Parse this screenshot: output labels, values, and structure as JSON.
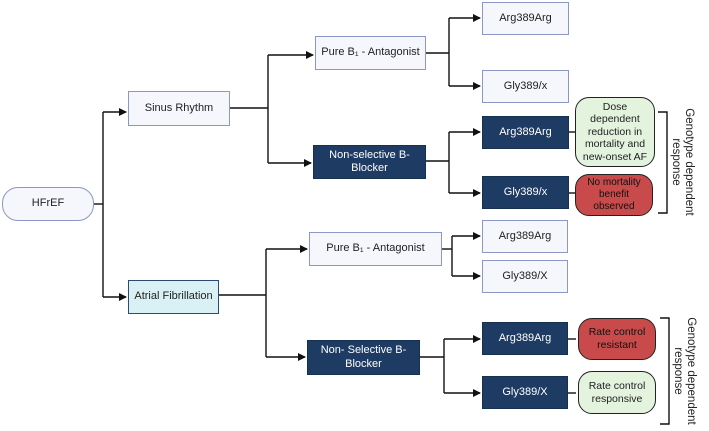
{
  "root": "HFrEF",
  "branches": {
    "sinus": "Sinus Rhythm",
    "af": "Atrial Fibrillation"
  },
  "sinus": {
    "pure_label": "Pure B₁ - Antagonist",
    "pure_children": [
      "Arg389Arg",
      "Gly389/x"
    ],
    "nonsel_label": "Non-selective B-Blocker",
    "nonsel_children": [
      "Arg389Arg",
      "Gly389/x"
    ],
    "outcomes": [
      "Dose dependent reduction in mortality and new-onset AF",
      "No mortality benefit observed"
    ],
    "response_label": "Genotype dependent response"
  },
  "af": {
    "pure_label": "Pure B₁ - Antagonist",
    "pure_children": [
      "Arg389Arg",
      "Gly389/X"
    ],
    "nonsel_label": "Non- Selective B-Blocker",
    "nonsel_children": [
      "Arg389Arg",
      "Gly389/X"
    ],
    "outcomes": [
      "Rate control resistant",
      "Rate control responsive"
    ],
    "response_label": "Genotype dependent response"
  },
  "colors": {
    "light_fill": "#f5f7fc",
    "dark_fill": "#1d3b63",
    "cyan_fill": "#d9f1f4",
    "green_fill": "#e3f3de",
    "red_fill": "#c84a4a"
  }
}
